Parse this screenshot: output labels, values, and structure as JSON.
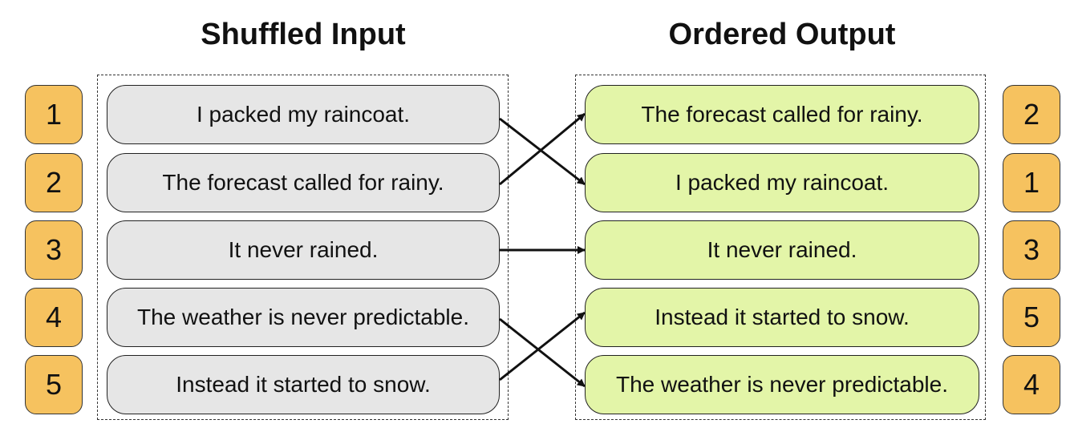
{
  "titles": {
    "input": "Shuffled Input",
    "output": "Ordered Output"
  },
  "input_sentences": [
    {
      "number": "1",
      "text": "I packed my raincoat."
    },
    {
      "number": "2",
      "text": "The forecast called for rainy."
    },
    {
      "number": "3",
      "text": "It never rained."
    },
    {
      "number": "4",
      "text": "The weather is never predictable."
    },
    {
      "number": "5",
      "text": "Instead it started to snow."
    }
  ],
  "output_sentences": [
    {
      "number": "2",
      "text": "The forecast called for rainy."
    },
    {
      "number": "1",
      "text": "I packed my raincoat."
    },
    {
      "number": "3",
      "text": "It never rained."
    },
    {
      "number": "5",
      "text": "Instead it started to snow."
    },
    {
      "number": "4",
      "text": "The weather is never predictable."
    }
  ],
  "colors": {
    "input_box": "#e6e6e6",
    "output_box": "#e3f5a8",
    "badge": "#f6c25f"
  }
}
